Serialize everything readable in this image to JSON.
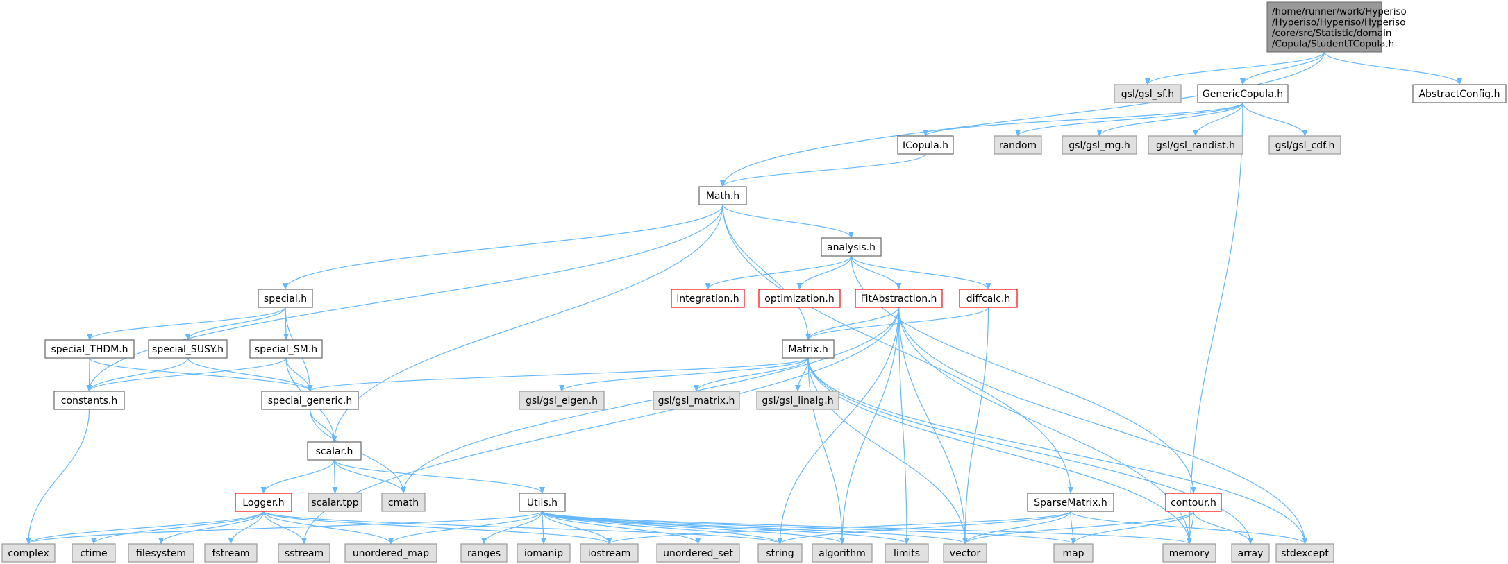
{
  "colors": {
    "edge": "#63b8ff",
    "root_fill": "#999999",
    "doc_fill": "#ffffff",
    "doc_stroke": "#666666",
    "sys_fill": "#e0e0e0",
    "sys_stroke": "#999999",
    "incomplete_stroke": "#ff0000"
  },
  "root": {
    "id": "root",
    "lines": [
      "/home/runner/work/Hyperiso",
      "/Hyperiso/Hyperiso/Hyperiso",
      "/core/src/Statistic/domain",
      "/Copula/StudentTCopula.h"
    ]
  },
  "nodes": [
    {
      "id": "gsl_sf",
      "label": "gsl/gsl_sf.h",
      "kind": "sys"
    },
    {
      "id": "GenericCopula",
      "label": "GenericCopula.h",
      "kind": "doc"
    },
    {
      "id": "AbstractConfig",
      "label": "AbstractConfig.h",
      "kind": "doc"
    },
    {
      "id": "ICopula",
      "label": "ICopula.h",
      "kind": "doc"
    },
    {
      "id": "random",
      "label": "random",
      "kind": "sys"
    },
    {
      "id": "gsl_rng",
      "label": "gsl/gsl_rng.h",
      "kind": "sys"
    },
    {
      "id": "gsl_randist",
      "label": "gsl/gsl_randist.h",
      "kind": "sys"
    },
    {
      "id": "gsl_cdf",
      "label": "gsl/gsl_cdf.h",
      "kind": "sys"
    },
    {
      "id": "Math",
      "label": "Math.h",
      "kind": "doc"
    },
    {
      "id": "analysis",
      "label": "analysis.h",
      "kind": "doc"
    },
    {
      "id": "special",
      "label": "special.h",
      "kind": "doc"
    },
    {
      "id": "integration",
      "label": "integration.h",
      "kind": "red"
    },
    {
      "id": "optimization",
      "label": "optimization.h",
      "kind": "red"
    },
    {
      "id": "FitAbstraction",
      "label": "FitAbstraction.h",
      "kind": "red"
    },
    {
      "id": "diffcalc",
      "label": "diffcalc.h",
      "kind": "red"
    },
    {
      "id": "special_THDM",
      "label": "special_THDM.h",
      "kind": "doc"
    },
    {
      "id": "special_SUSY",
      "label": "special_SUSY.h",
      "kind": "doc"
    },
    {
      "id": "special_SM",
      "label": "special_SM.h",
      "kind": "doc"
    },
    {
      "id": "Matrix",
      "label": "Matrix.h",
      "kind": "doc"
    },
    {
      "id": "constants",
      "label": "constants.h",
      "kind": "doc"
    },
    {
      "id": "special_generic",
      "label": "special_generic.h",
      "kind": "doc"
    },
    {
      "id": "gsl_eigen",
      "label": "gsl/gsl_eigen.h",
      "kind": "sys"
    },
    {
      "id": "gsl_matrix",
      "label": "gsl/gsl_matrix.h",
      "kind": "sys"
    },
    {
      "id": "gsl_linalg",
      "label": "gsl/gsl_linalg.h",
      "kind": "sys"
    },
    {
      "id": "scalar",
      "label": "scalar.h",
      "kind": "doc"
    },
    {
      "id": "Logger",
      "label": "Logger.h",
      "kind": "red"
    },
    {
      "id": "scalar_tpp",
      "label": "scalar.tpp",
      "kind": "sys"
    },
    {
      "id": "cmath",
      "label": "cmath",
      "kind": "sys"
    },
    {
      "id": "Utils",
      "label": "Utils.h",
      "kind": "doc"
    },
    {
      "id": "SparseMatrix",
      "label": "SparseMatrix.h",
      "kind": "doc"
    },
    {
      "id": "contour",
      "label": "contour.h",
      "kind": "red"
    },
    {
      "id": "complex",
      "label": "complex",
      "kind": "sys"
    },
    {
      "id": "ctime",
      "label": "ctime",
      "kind": "sys"
    },
    {
      "id": "filesystem",
      "label": "filesystem",
      "kind": "sys"
    },
    {
      "id": "fstream",
      "label": "fstream",
      "kind": "sys"
    },
    {
      "id": "sstream",
      "label": "sstream",
      "kind": "sys"
    },
    {
      "id": "unordered_map",
      "label": "unordered_map",
      "kind": "sys"
    },
    {
      "id": "ranges",
      "label": "ranges",
      "kind": "sys"
    },
    {
      "id": "iomanip",
      "label": "iomanip",
      "kind": "sys"
    },
    {
      "id": "iostream",
      "label": "iostream",
      "kind": "sys"
    },
    {
      "id": "unordered_set",
      "label": "unordered_set",
      "kind": "sys"
    },
    {
      "id": "string",
      "label": "string",
      "kind": "sys"
    },
    {
      "id": "algorithm",
      "label": "algorithm",
      "kind": "sys"
    },
    {
      "id": "limits",
      "label": "limits",
      "kind": "sys"
    },
    {
      "id": "vector",
      "label": "vector",
      "kind": "sys"
    },
    {
      "id": "map",
      "label": "map",
      "kind": "sys"
    },
    {
      "id": "memory",
      "label": "memory",
      "kind": "sys"
    },
    {
      "id": "array",
      "label": "array",
      "kind": "sys"
    },
    {
      "id": "stdexcept",
      "label": "stdexcept",
      "kind": "sys"
    }
  ],
  "edges": [
    [
      "root",
      "gsl_sf"
    ],
    [
      "root",
      "GenericCopula"
    ],
    [
      "root",
      "AbstractConfig"
    ],
    [
      "root",
      "Math"
    ],
    [
      "GenericCopula",
      "ICopula"
    ],
    [
      "GenericCopula",
      "random"
    ],
    [
      "GenericCopula",
      "gsl_rng"
    ],
    [
      "GenericCopula",
      "gsl_randist"
    ],
    [
      "GenericCopula",
      "gsl_cdf"
    ],
    [
      "GenericCopula",
      "memory"
    ],
    [
      "ICopula",
      "Math"
    ],
    [
      "Math",
      "analysis"
    ],
    [
      "Math",
      "special"
    ],
    [
      "Math",
      "constants"
    ],
    [
      "Math",
      "scalar"
    ],
    [
      "Math",
      "Matrix"
    ],
    [
      "Math",
      "SparseMatrix"
    ],
    [
      "analysis",
      "integration"
    ],
    [
      "analysis",
      "optimization"
    ],
    [
      "analysis",
      "FitAbstraction"
    ],
    [
      "analysis",
      "diffcalc"
    ],
    [
      "analysis",
      "contour"
    ],
    [
      "special",
      "special_THDM"
    ],
    [
      "special",
      "special_SUSY"
    ],
    [
      "special",
      "special_SM"
    ],
    [
      "special",
      "special_generic"
    ],
    [
      "special_THDM",
      "constants"
    ],
    [
      "special_THDM",
      "special_generic"
    ],
    [
      "special_SUSY",
      "constants"
    ],
    [
      "special_SUSY",
      "special_generic"
    ],
    [
      "special_SM",
      "constants"
    ],
    [
      "special_SM",
      "special_generic"
    ],
    [
      "special_SM",
      "scalar"
    ],
    [
      "constants",
      "complex"
    ],
    [
      "special_generic",
      "scalar"
    ],
    [
      "special_generic",
      "cmath"
    ],
    [
      "FitAbstraction",
      "Matrix"
    ],
    [
      "FitAbstraction",
      "cmath"
    ],
    [
      "FitAbstraction",
      "sstream"
    ],
    [
      "FitAbstraction",
      "string"
    ],
    [
      "FitAbstraction",
      "algorithm"
    ],
    [
      "FitAbstraction",
      "limits"
    ],
    [
      "FitAbstraction",
      "vector"
    ],
    [
      "FitAbstraction",
      "memory"
    ],
    [
      "FitAbstraction",
      "stdexcept"
    ],
    [
      "diffcalc",
      "Matrix"
    ],
    [
      "diffcalc",
      "vector"
    ],
    [
      "Matrix",
      "special_generic"
    ],
    [
      "Matrix",
      "gsl_eigen"
    ],
    [
      "Matrix",
      "gsl_matrix"
    ],
    [
      "Matrix",
      "gsl_linalg"
    ],
    [
      "Matrix",
      "algorithm"
    ],
    [
      "Matrix",
      "vector"
    ],
    [
      "Matrix",
      "memory"
    ],
    [
      "Matrix",
      "array"
    ],
    [
      "Matrix",
      "stdexcept"
    ],
    [
      "scalar",
      "Logger"
    ],
    [
      "scalar",
      "scalar_tpp"
    ],
    [
      "scalar",
      "cmath"
    ],
    [
      "scalar",
      "Utils"
    ],
    [
      "Logger",
      "complex"
    ],
    [
      "Logger",
      "ctime"
    ],
    [
      "Logger",
      "filesystem"
    ],
    [
      "Logger",
      "fstream"
    ],
    [
      "Logger",
      "sstream"
    ],
    [
      "Logger",
      "unordered_map"
    ],
    [
      "Logger",
      "iostream"
    ],
    [
      "Logger",
      "string"
    ],
    [
      "Utils",
      "complex"
    ],
    [
      "Utils",
      "unordered_map"
    ],
    [
      "Utils",
      "ranges"
    ],
    [
      "Utils",
      "iomanip"
    ],
    [
      "Utils",
      "iostream"
    ],
    [
      "Utils",
      "unordered_set"
    ],
    [
      "Utils",
      "string"
    ],
    [
      "Utils",
      "algorithm"
    ],
    [
      "Utils",
      "limits"
    ],
    [
      "Utils",
      "vector"
    ],
    [
      "Utils",
      "map"
    ],
    [
      "Utils",
      "memory"
    ],
    [
      "SparseMatrix",
      "iostream"
    ],
    [
      "SparseMatrix",
      "string"
    ],
    [
      "SparseMatrix",
      "vector"
    ],
    [
      "SparseMatrix",
      "map"
    ],
    [
      "SparseMatrix",
      "stdexcept"
    ],
    [
      "contour",
      "vector"
    ],
    [
      "contour",
      "map"
    ],
    [
      "contour",
      "memory"
    ],
    [
      "contour",
      "array"
    ]
  ]
}
